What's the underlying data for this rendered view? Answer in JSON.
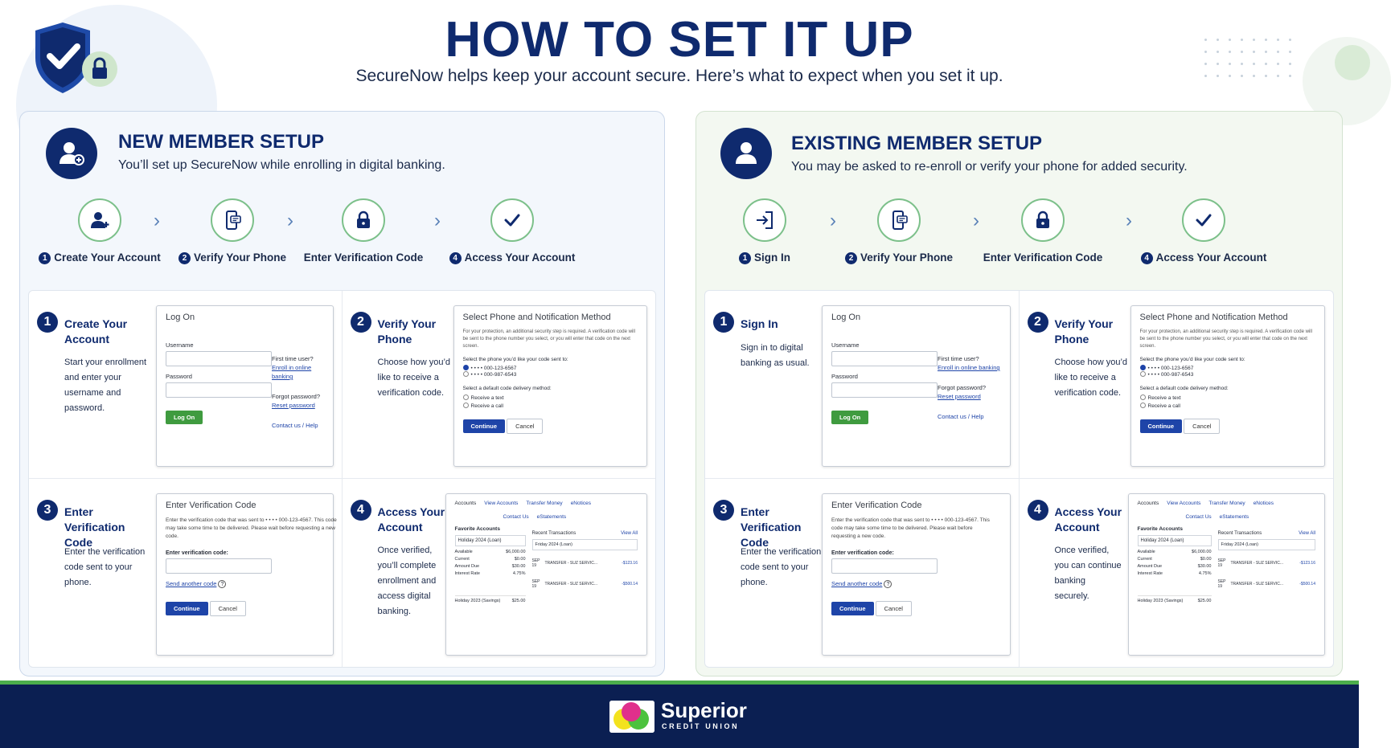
{
  "header": {
    "title": "HOW TO SET IT UP",
    "subtitle": "SecureNow helps keep your account secure. Here’s what to expect when you set it up."
  },
  "colors": {
    "navy": "#0f2a6e",
    "green": "#4cae4c",
    "footer": "#0b1f52",
    "link": "#1e44a8"
  },
  "icons": [
    "shield-check-icon",
    "lock-icon",
    "user-add-icon",
    "phone-message-icon",
    "check-icon",
    "sign-in-icon",
    "user-icon",
    "chevron-right-icon",
    "help-icon"
  ],
  "new": {
    "title": "NEW MEMBER SETUP",
    "subtitle": "You’ll set up SecureNow while enrolling in digital banking.",
    "steps": [
      {
        "num": "1",
        "label": "Create Your Account"
      },
      {
        "num": "2",
        "label": "Verify Your Phone"
      },
      {
        "num": "",
        "label": "Enter Verification Code"
      },
      {
        "num": "4",
        "label": "Access Your Account"
      }
    ],
    "cards": [
      {
        "num": "1",
        "title": "Create Your Account",
        "desc": "Start your enrollment and enter your username and password."
      },
      {
        "num": "2",
        "title": "Verify Your Phone",
        "desc": "Choose how you’d like to receive a verification code."
      },
      {
        "num": "3",
        "title": "Enter Verification Code",
        "desc": "Enter the verification code sent to your phone."
      },
      {
        "num": "4",
        "title": "Access Your Account",
        "desc": "Once verified, you’ll complete enrollment and access digital banking."
      }
    ]
  },
  "existing": {
    "title": "EXISTING MEMBER SETUP",
    "subtitle": "You may be asked to re-enroll or verify your phone for added security.",
    "steps": [
      {
        "num": "1",
        "label": "Sign In"
      },
      {
        "num": "2",
        "label": "Verify Your Phone"
      },
      {
        "num": "",
        "label": "Enter Verification Code"
      },
      {
        "num": "4",
        "label": "Access Your Account"
      }
    ],
    "cards": [
      {
        "num": "1",
        "title": "Sign In",
        "desc": "Sign in to digital banking as usual."
      },
      {
        "num": "2",
        "title": "Verify Your Phone",
        "desc": "Choose how you’d like to receive a verification code."
      },
      {
        "num": "3",
        "title": "Enter Verification Code",
        "desc": "Enter the verification code sent to your phone."
      },
      {
        "num": "4",
        "title": "Access Your Account",
        "desc": "Once verified, you can continue banking securely."
      }
    ]
  },
  "logon": {
    "title": "Log On",
    "username": "Username",
    "password": "Password",
    "first_time": "First time user?",
    "enroll": "Enroll in online banking",
    "forgot": "Forgot password?",
    "reset": "Reset password",
    "contact": "Contact us / Help",
    "button": "Log On"
  },
  "phone": {
    "title": "Select Phone and Notification Method",
    "intro": "For your protection, an additional security step is required. A verification code will be sent to the phone number you select, or you will enter that code on the next screen.",
    "select_label": "Select the phone you’d like your code sent to:",
    "options": [
      "• • • • 000-123-6567",
      "• • • • 000-987-6543"
    ],
    "method_label": "Select a default code delivery method:",
    "methods": [
      "Receive a text",
      "Receive a call"
    ],
    "continue": "Continue",
    "cancel": "Cancel"
  },
  "verify": {
    "title": "Enter Verification Code",
    "intro": "Enter the verification code that was sent to • • • • 000-123-4567. This code may take some time to be delivered. Please wait before requesting a new code.",
    "label": "Enter verification code:",
    "send_another": "Send another code",
    "continue": "Continue",
    "cancel": "Cancel"
  },
  "accounts": {
    "tab": "Accounts",
    "nav": [
      "View Accounts",
      "Transfer Money",
      "eNotices",
      "Contact Us",
      "eStatements"
    ],
    "favorite": "Favorite Accounts",
    "account_name": "Holiday 2024 (Loan)",
    "rows": [
      [
        "Available",
        "$6,000.00"
      ],
      [
        "Current",
        "$0.00"
      ],
      [
        "Amount Due",
        "$30.00"
      ],
      [
        "Interest Rate",
        "4.75%"
      ]
    ],
    "savings": [
      "Holiday 2023 (Savings)",
      "$25.00"
    ],
    "recent": "Recent Transactions",
    "view_all": "View All",
    "filter": "Friday 2024 (Loan)",
    "transactions": [
      {
        "date": "SEP 19",
        "desc": "TRANSFER - SUZ SERVIC...",
        "amount": "-$123.16"
      },
      {
        "date": "SEP 19",
        "desc": "TRANSFER - SUZ SERVIC...",
        "amount": "-$500.14"
      }
    ]
  },
  "footer": {
    "name": "Superior",
    "tagline": "CREDIT UNION"
  }
}
